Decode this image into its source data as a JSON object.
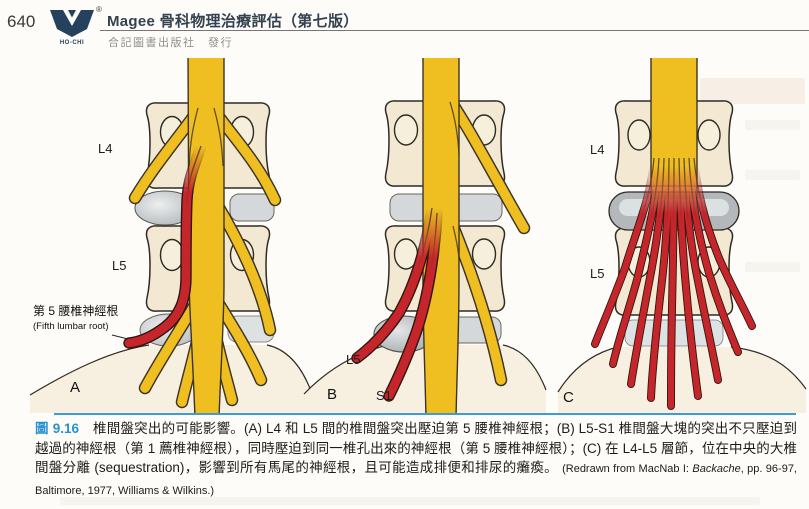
{
  "header": {
    "page_number": "640",
    "logo_name": "HO-CHI",
    "registered_mark": "®",
    "title": "Magee 骨科物理治療評估（第七版）",
    "publisher": "合記圖書出版社　發行"
  },
  "figure": {
    "panel_a": {
      "label": "A",
      "upper_level": "L4",
      "lower_level": "L5",
      "annotation_zh": "第 5 腰椎神經根",
      "annotation_en": "(Fifth lumbar root)"
    },
    "panel_b": {
      "label": "B",
      "root_1": "L5",
      "root_2": "S1"
    },
    "panel_c": {
      "label": "C",
      "upper_level": "L4",
      "lower_level": "L5"
    },
    "colors": {
      "nerve_yellow": "#efbf22",
      "compressed_red": "#c5262c",
      "bone_cream": "#f3e9d2",
      "disc_gray": "#b4b8bb",
      "outline": "#3d3426"
    }
  },
  "caption": {
    "figure_label": "圖",
    "figure_number": "9.16",
    "text": "椎間盤突出的可能影響。(A) L4 和 L5 間的椎間盤突出壓迫第 5 腰椎神經根；(B) L5-S1 椎間盤大塊的突出不只壓迫到越過的神經根（第 1 薦椎神經根），同時壓迫到同一椎孔出來的神經根（第 5 腰椎神經根）；(C) 在 L4-L5 層節，位在中央的大椎間盤分離 (sequestration)，影響到所有馬尾的神經根，且可能造成排便和排尿的癱瘓。",
    "reference_prefix": "(Redrawn from MacNab I: ",
    "reference_title": "Backache",
    "reference_suffix": ", pp. 96-97, Baltimore, 1977, Williams & Wilkins.)",
    "accent_blue": "#2892d0"
  }
}
